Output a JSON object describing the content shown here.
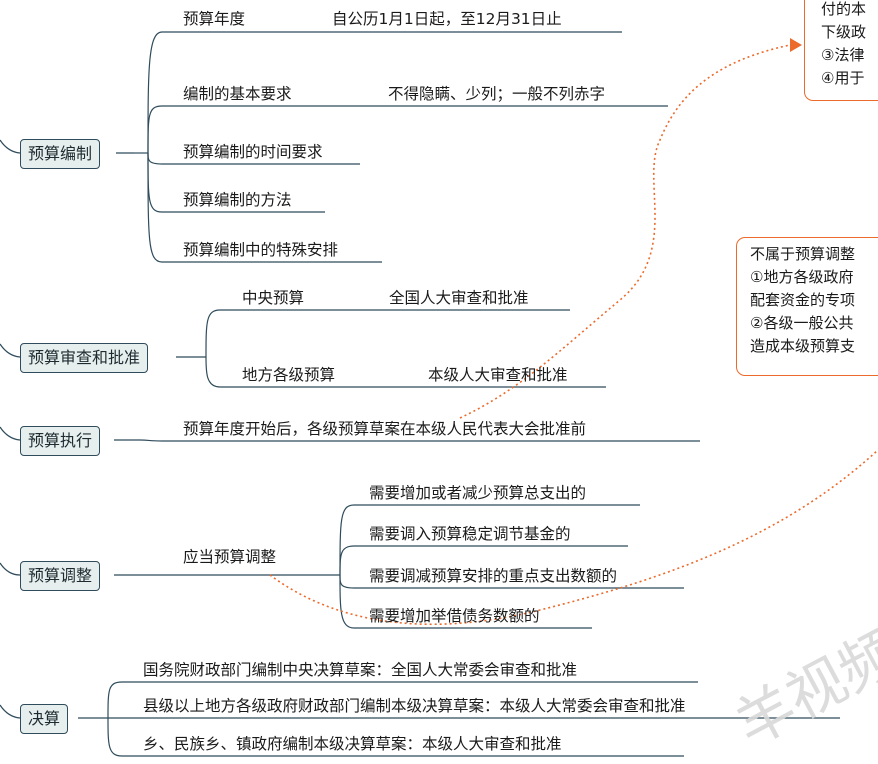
{
  "sections": [
    {
      "label": "预算编制",
      "items": [
        {
          "text": "预算年度",
          "detail": "自公历1月1日起，至12月31日止"
        },
        {
          "text": "编制的基本要求",
          "detail": "不得隐瞒、少列；一般不列赤字"
        },
        {
          "text": "预算编制的时间要求"
        },
        {
          "text": "预算编制的方法"
        },
        {
          "text": "预算编制中的特殊安排"
        }
      ]
    },
    {
      "label": "预算审查和批准",
      "items": [
        {
          "text": "中央预算",
          "detail": "全国人大审查和批准"
        },
        {
          "text": "地方各级预算",
          "detail": "本级人大审查和批准"
        }
      ]
    },
    {
      "label": "预算执行",
      "items": [
        {
          "text": "预算年度开始后，各级预算草案在本级人民代表大会批准前"
        }
      ]
    },
    {
      "label": "预算调整",
      "items": [
        {
          "text": "应当预算调整",
          "sub": [
            "需要增加或者减少预算总支出的",
            "需要调入预算稳定调节基金的",
            "需要调减预算安排的重点支出数额的",
            "需要增加举借债务数额的"
          ]
        }
      ]
    },
    {
      "label": "决算",
      "items": [
        {
          "text": "国务院财政部门编制中央决算草案：全国人大常委会审查和批准"
        },
        {
          "text": "县级以上地方各级政府财政部门编制本级决算草案：本级人大常委会审查和批准"
        },
        {
          "text": "乡、民族乡、镇政府编制本级决算草案：本级人大审查和批准"
        }
      ]
    }
  ],
  "callouts": [
    {
      "lines": [
        "付的本",
        "下级政",
        "③法律",
        "④用于"
      ]
    },
    {
      "lines": [
        "不属于预算调整",
        "①地方各级政府",
        "配套资金的专项",
        "②各级一般公共",
        "造成本级预算支"
      ]
    }
  ],
  "watermark": "羊视频",
  "colors": {
    "branch": "#2f4c5c",
    "accent": "#ec6a2c",
    "node_bg": "#e6efee"
  }
}
